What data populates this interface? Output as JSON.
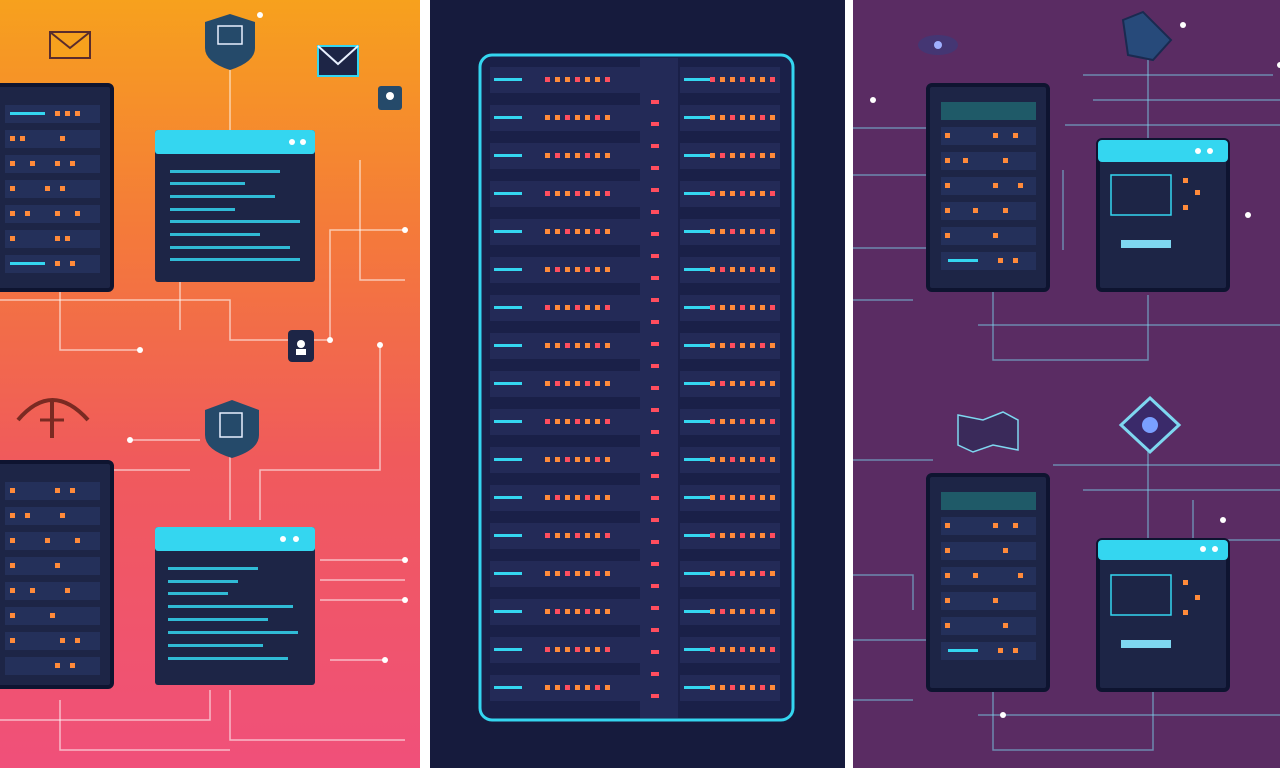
{
  "scene": {
    "panels": [
      "gradient-network",
      "server-rack",
      "purple-network"
    ],
    "colors": {
      "left_top": "#f7a11d",
      "left_bottom": "#f0507a",
      "mid_bg": "#161b3d",
      "right_bg": "#5a2c63",
      "accent_cyan": "#34d6f0",
      "led_orange": "#ff8a3a",
      "led_red": "#ff4d5e",
      "window_dark": "#1d2546"
    },
    "icons": {
      "left": [
        "envelope-icon",
        "shield-document-icon",
        "lock-icon",
        "globe-icon"
      ],
      "right": [
        "shield-icon",
        "map-icon",
        "diamond-badge-icon"
      ]
    }
  }
}
